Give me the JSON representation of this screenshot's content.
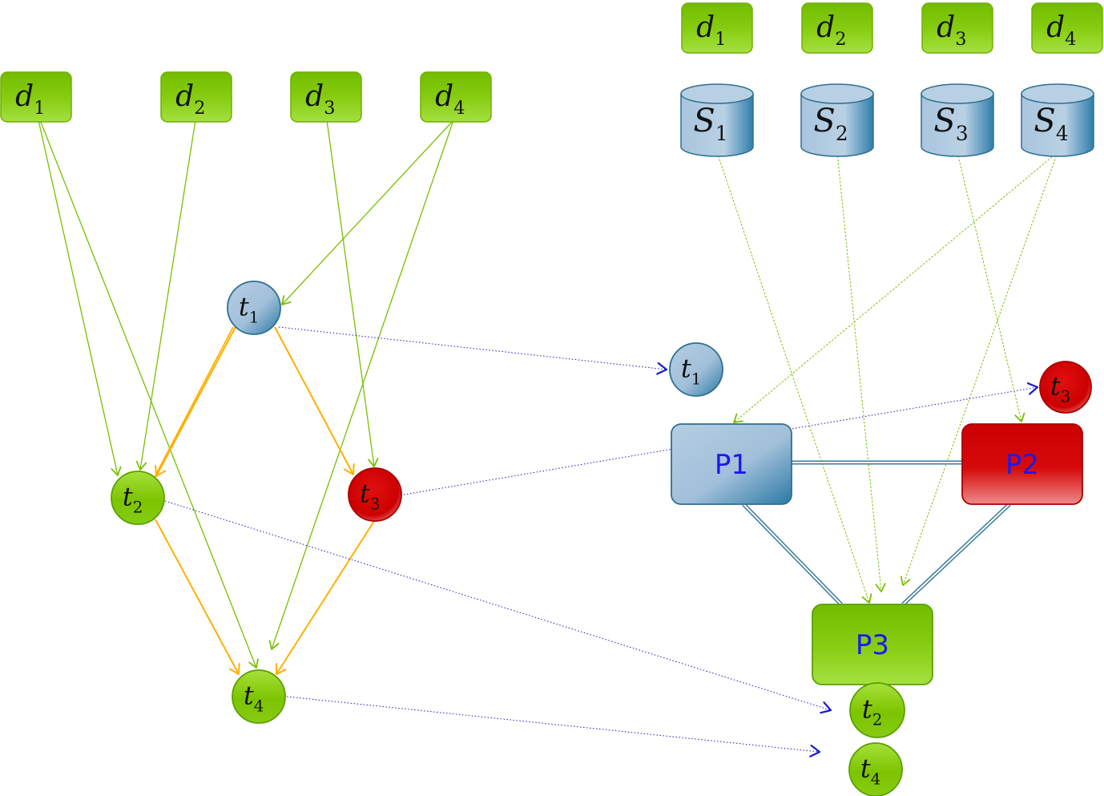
{
  "colors": {
    "green_box": "#7cc400",
    "green_stroke": "#5a9a00",
    "blue_node": "#9cbcd6",
    "blue_dark": "#2a79a4",
    "red_node": "#d40000",
    "orange_edge": "#ffb000",
    "dotted_edge": "#1a1acc",
    "proc_text": "#1a1aee"
  },
  "left_graph": {
    "data_items": [
      {
        "id": "d1",
        "base": "d",
        "sub": "1"
      },
      {
        "id": "d2",
        "base": "d",
        "sub": "2"
      },
      {
        "id": "d3",
        "base": "d",
        "sub": "3"
      },
      {
        "id": "d4",
        "base": "d",
        "sub": "4"
      }
    ],
    "tasks": [
      {
        "id": "t1",
        "base": "t",
        "sub": "1",
        "color": "blue"
      },
      {
        "id": "t2",
        "base": "t",
        "sub": "2",
        "color": "green"
      },
      {
        "id": "t3",
        "base": "t",
        "sub": "3",
        "color": "red"
      },
      {
        "id": "t4",
        "base": "t",
        "sub": "4",
        "color": "green"
      }
    ],
    "data_edges": [
      [
        "d1",
        "t2"
      ],
      [
        "d1",
        "t4"
      ],
      [
        "d2",
        "t2"
      ],
      [
        "d3",
        "t3"
      ],
      [
        "d4",
        "t1"
      ],
      [
        "d4",
        "t4"
      ]
    ],
    "task_edges": [
      [
        "t1",
        "t2"
      ],
      [
        "t1",
        "t3"
      ],
      [
        "t2",
        "t4"
      ],
      [
        "t3",
        "t4"
      ]
    ]
  },
  "right_graph": {
    "data_items": [
      {
        "id": "rd1",
        "base": "d",
        "sub": "1"
      },
      {
        "id": "rd2",
        "base": "d",
        "sub": "2"
      },
      {
        "id": "rd3",
        "base": "d",
        "sub": "3"
      },
      {
        "id": "rd4",
        "base": "d",
        "sub": "4"
      }
    ],
    "storages": [
      {
        "id": "s1",
        "base": "S",
        "sub": "1"
      },
      {
        "id": "s2",
        "base": "S",
        "sub": "2"
      },
      {
        "id": "s3",
        "base": "S",
        "sub": "3"
      },
      {
        "id": "s4",
        "base": "S",
        "sub": "4"
      }
    ],
    "processors": [
      {
        "id": "p1",
        "label": "P1",
        "color": "blue"
      },
      {
        "id": "p2",
        "label": "P2",
        "color": "red"
      },
      {
        "id": "p3",
        "label": "P3",
        "color": "green"
      }
    ],
    "tasks": [
      {
        "id": "rt1",
        "base": "t",
        "sub": "1",
        "color": "blue"
      },
      {
        "id": "rt3",
        "base": "t",
        "sub": "3",
        "color": "red"
      },
      {
        "id": "rt2",
        "base": "t",
        "sub": "2",
        "color": "green"
      },
      {
        "id": "rt4",
        "base": "t",
        "sub": "4",
        "color": "green"
      }
    ],
    "storage_edges": [
      [
        "s1",
        "p3"
      ],
      [
        "s2",
        "p3"
      ],
      [
        "s3",
        "rt3"
      ],
      [
        "s4",
        "p1"
      ],
      [
        "s4",
        "p3"
      ]
    ],
    "processor_links": [
      [
        "p1",
        "p2"
      ],
      [
        "p1",
        "p3"
      ],
      [
        "p2",
        "p3"
      ]
    ]
  },
  "mapping_edges": [
    [
      "t1",
      "rt1"
    ],
    [
      "t3",
      "rt3"
    ],
    [
      "t2",
      "rt2"
    ],
    [
      "t4",
      "rt4"
    ]
  ]
}
